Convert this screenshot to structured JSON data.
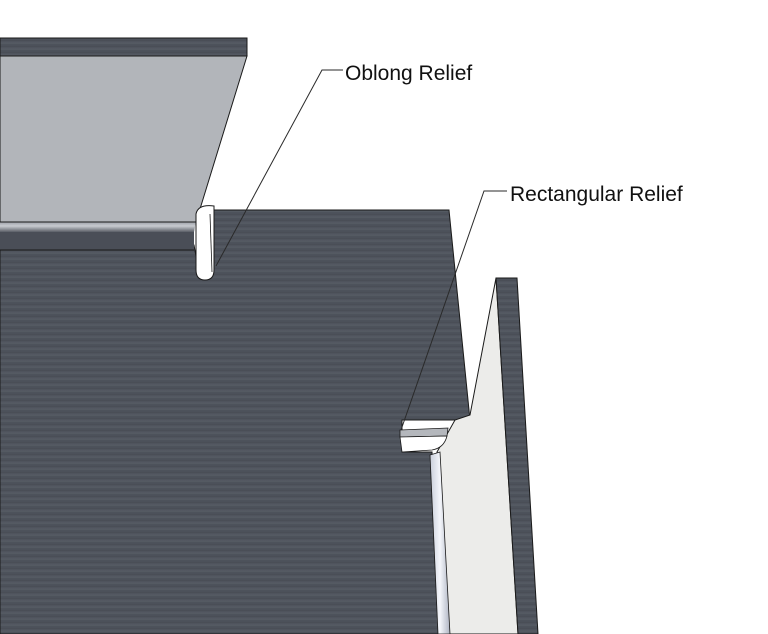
{
  "diagram": {
    "type": "sheet-metal-bend-relief-illustration",
    "callouts": [
      {
        "id": "oblong",
        "label": "Oblong Relief"
      },
      {
        "id": "rectangular",
        "label": "Rectangular Relief"
      }
    ]
  },
  "colors": {
    "background": "#ffffff",
    "sheet_dark": "#4e535c",
    "sheet_dark_edge": "#3c4048",
    "flange_inner_light": "#b2b5ba",
    "flange_side_light": "#ececea",
    "relief_cut": "#ffffff",
    "outline": "#1a1a1a",
    "leader": "#2a2a2a",
    "bend_highlight": "#dfe3ee"
  }
}
